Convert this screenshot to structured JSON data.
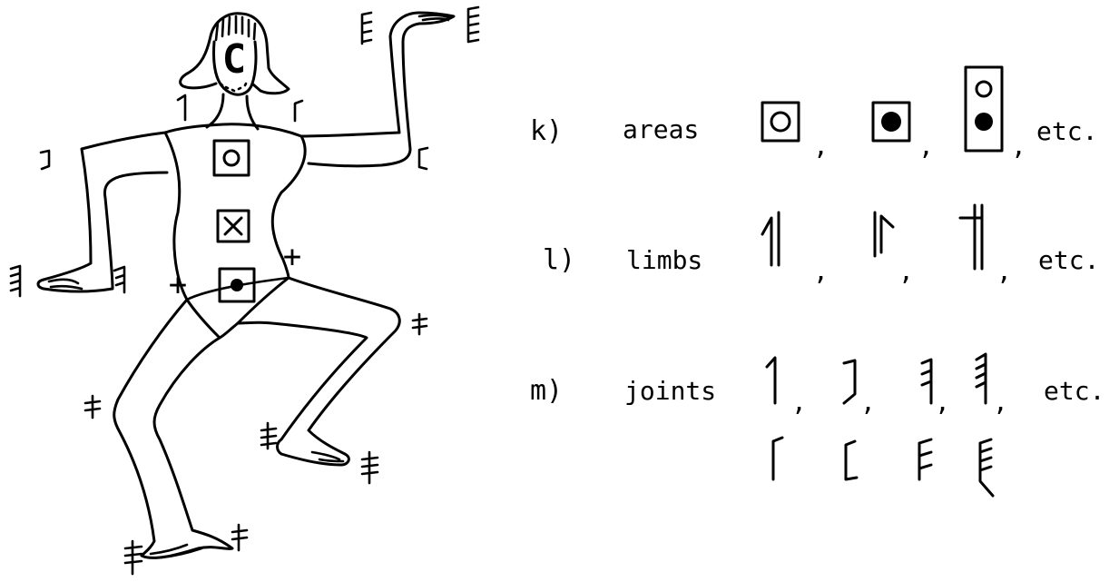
{
  "figure": {
    "head_symbol": "C",
    "body_markers": [
      "+",
      "+"
    ]
  },
  "legend": {
    "rows": [
      {
        "key": "k)",
        "label": "areas",
        "trailing": "etc."
      },
      {
        "key": "l)",
        "label": "limbs",
        "trailing": "etc."
      },
      {
        "key": "m)",
        "label": "joints",
        "trailing": "etc."
      }
    ],
    "separator": ","
  }
}
